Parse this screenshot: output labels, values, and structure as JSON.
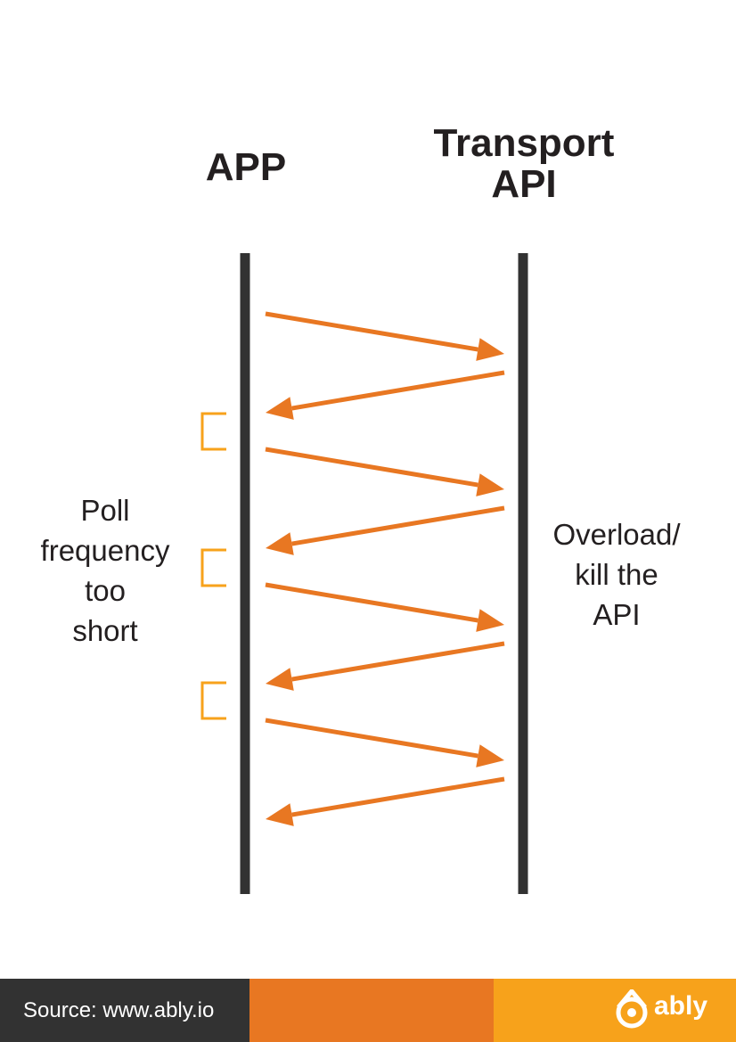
{
  "diagram": {
    "left_participant": "APP",
    "right_participant": "Transport\nAPI",
    "left_note": "Poll\nfrequency\ntoo\nshort",
    "right_note": "Overload/\nkill the\nAPI",
    "messages": [
      {
        "from": "APP",
        "to": "Transport API"
      },
      {
        "from": "Transport API",
        "to": "APP"
      },
      {
        "from": "APP",
        "to": "Transport API"
      },
      {
        "from": "Transport API",
        "to": "APP"
      },
      {
        "from": "APP",
        "to": "Transport API"
      },
      {
        "from": "Transport API",
        "to": "APP"
      },
      {
        "from": "APP",
        "to": "Transport API"
      },
      {
        "from": "Transport API",
        "to": "APP"
      }
    ],
    "colors": {
      "lifeline": "#323232",
      "arrow": "#e87722",
      "bracket": "#f7a21b"
    }
  },
  "footer": {
    "source": "Source: www.ably.io",
    "brand": "ably",
    "brand_icon": "ably-logo-icon",
    "colors": [
      "#323232",
      "#e87722",
      "#f7a21b"
    ]
  }
}
